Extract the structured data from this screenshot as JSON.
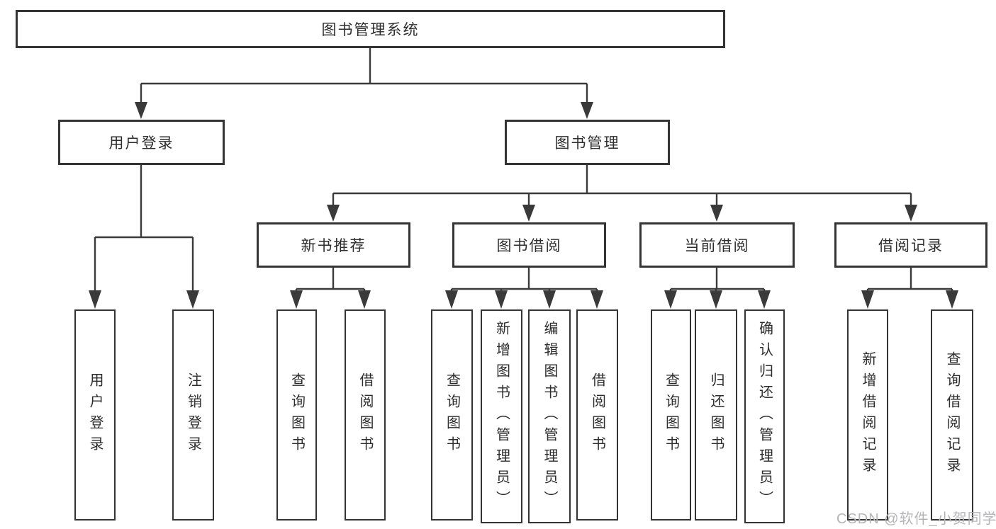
{
  "diagram": {
    "nodes": {
      "root": {
        "label": "图书管理系统"
      },
      "user_login": {
        "label": "用户登录"
      },
      "book_management": {
        "label": "图书管理"
      },
      "new_book_recommend": {
        "label": "新书推荐"
      },
      "book_borrowing": {
        "label": "图书借阅"
      },
      "current_borrowing": {
        "label": "当前借阅"
      },
      "borrowing_records": {
        "label": "借阅记录"
      },
      "user_login_leaf": {
        "label": "用户登录"
      },
      "logout_leaf": {
        "label": "注销登录"
      },
      "recommend_query_books": {
        "label": "查询图书"
      },
      "recommend_borrow_books": {
        "label": "借阅图书"
      },
      "borrowing_query_books": {
        "label": "查询图书"
      },
      "borrowing_add_books": {
        "label": "新增图书（管理员）"
      },
      "borrowing_edit_books": {
        "label": "编辑图书（管理员）"
      },
      "borrowing_borrow_books": {
        "label": "借阅图书"
      },
      "current_query_books": {
        "label": "查询图书"
      },
      "current_return_books": {
        "label": "归还图书"
      },
      "current_confirm_return": {
        "label": "确认归还（管理员）"
      },
      "records_add_record": {
        "label": "新增借阅记录"
      },
      "records_query_record": {
        "label": "查询借阅记录"
      }
    },
    "edges": [
      [
        "root",
        "user_login"
      ],
      [
        "root",
        "book_management"
      ],
      [
        "user_login",
        "user_login_leaf"
      ],
      [
        "user_login",
        "logout_leaf"
      ],
      [
        "book_management",
        "new_book_recommend"
      ],
      [
        "book_management",
        "book_borrowing"
      ],
      [
        "book_management",
        "current_borrowing"
      ],
      [
        "book_management",
        "borrowing_records"
      ],
      [
        "new_book_recommend",
        "recommend_query_books"
      ],
      [
        "new_book_recommend",
        "recommend_borrow_books"
      ],
      [
        "book_borrowing",
        "borrowing_query_books"
      ],
      [
        "book_borrowing",
        "borrowing_add_books"
      ],
      [
        "book_borrowing",
        "borrowing_edit_books"
      ],
      [
        "book_borrowing",
        "borrowing_borrow_books"
      ],
      [
        "current_borrowing",
        "current_query_books"
      ],
      [
        "current_borrowing",
        "current_return_books"
      ],
      [
        "current_borrowing",
        "current_confirm_return"
      ],
      [
        "borrowing_records",
        "records_add_record"
      ],
      [
        "borrowing_records",
        "records_query_record"
      ]
    ]
  },
  "watermark": {
    "text": "CSDN @软件_小贺同学"
  },
  "colors": {
    "line": "#3a3a3a",
    "box_border": "#343434",
    "text": "#2d2d2d",
    "background": "#ffffff",
    "watermark_text": "#b5b5b8"
  }
}
